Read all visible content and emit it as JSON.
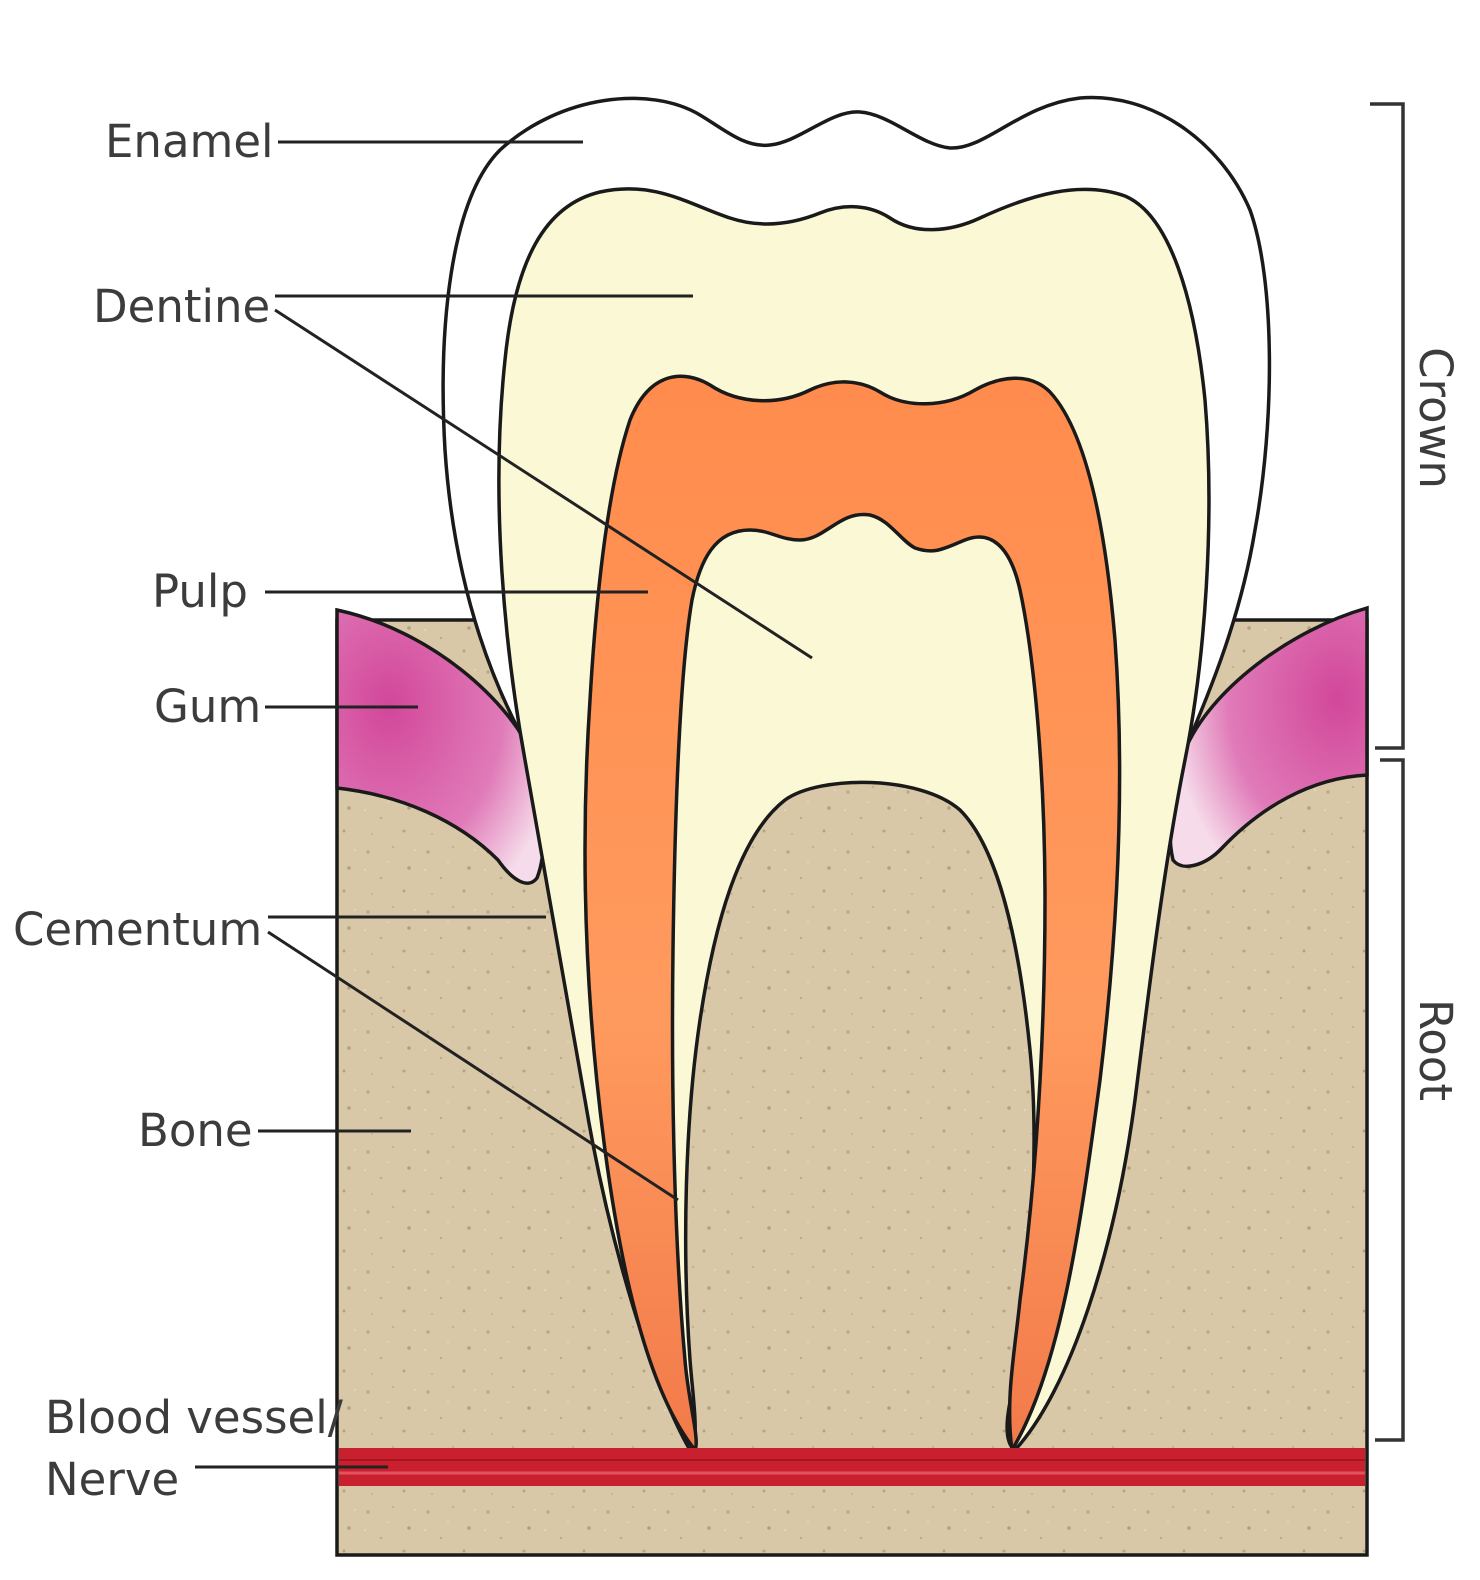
{
  "labels": {
    "enamel": "Enamel",
    "dentine": "Dentine",
    "pulp": "Pulp",
    "gum": "Gum",
    "cementum": "Cementum",
    "bone": "Bone",
    "blood_vessel_line1": "Blood vessel/",
    "blood_vessel_line2": "Nerve"
  },
  "regions": {
    "crown": "Crown",
    "root": "Root"
  },
  "colors": {
    "enamel": "#ffffff",
    "dentine": "#fbf8d6",
    "pulp": "#ff9457",
    "gum": "#d2479a",
    "bone": "#d8c8a8",
    "blood_vessel": "#c8202e"
  }
}
